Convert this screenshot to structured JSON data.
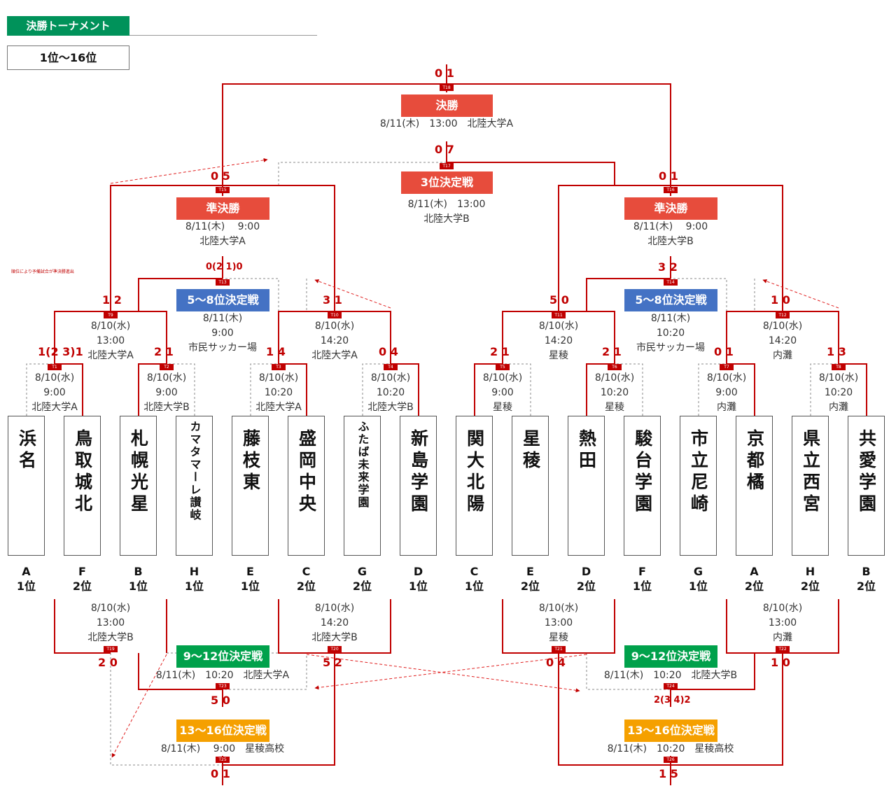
{
  "header": {
    "title": "決勝トーナメント",
    "range": "1位〜16位"
  },
  "note": "順位により予備試合が準決勝進出",
  "teams": [
    {
      "name": "浜名",
      "group": "A",
      "rank": "1位",
      "size": "big"
    },
    {
      "name": "鳥取城北",
      "group": "F",
      "rank": "2位",
      "size": "big"
    },
    {
      "name": "札幌光星",
      "group": "B",
      "rank": "1位",
      "size": "big"
    },
    {
      "name": "カマタマーレ讃岐",
      "group": "H",
      "rank": "1位",
      "size": "small"
    },
    {
      "name": "藤枝東",
      "group": "E",
      "rank": "1位",
      "size": "big"
    },
    {
      "name": "盛岡中央",
      "group": "C",
      "rank": "2位",
      "size": "big"
    },
    {
      "name": "ふたば未来学園",
      "group": "G",
      "rank": "2位",
      "size": "small"
    },
    {
      "name": "新島学園",
      "group": "D",
      "rank": "1位",
      "size": "big"
    },
    {
      "name": "関大北陽",
      "group": "C",
      "rank": "1位",
      "size": "big"
    },
    {
      "name": "星稜",
      "group": "E",
      "rank": "2位",
      "size": "big"
    },
    {
      "name": "熱田",
      "group": "D",
      "rank": "2位",
      "size": "big"
    },
    {
      "name": "駿台学園",
      "group": "F",
      "rank": "1位",
      "size": "big"
    },
    {
      "name": "市立尼崎",
      "group": "G",
      "rank": "1位",
      "size": "big"
    },
    {
      "name": "京都橘",
      "group": "A",
      "rank": "2位",
      "size": "big"
    },
    {
      "name": "県立西宮",
      "group": "H",
      "rank": "2位",
      "size": "big"
    },
    {
      "name": "共愛学園",
      "group": "B",
      "rank": "2位",
      "size": "big"
    }
  ],
  "tags": [
    "T1",
    "T2",
    "T3",
    "T4",
    "T5",
    "T6",
    "T7",
    "T8",
    "T9",
    "T10",
    "T11",
    "T12",
    "T13",
    "T14",
    "T15",
    "T16",
    "T17",
    "T18",
    "T19",
    "T20",
    "T21",
    "T22",
    "T23",
    "T24",
    "T25",
    "T26"
  ],
  "scores": [
    {
      "t": "1(2 3)1"
    },
    {
      "t": "2  1"
    },
    {
      "t": "1  4"
    },
    {
      "t": "0  4"
    },
    {
      "t": "2  1"
    },
    {
      "t": "2  1"
    },
    {
      "t": "0  1"
    },
    {
      "t": "1  3"
    },
    {
      "t": "1 2"
    },
    {
      "t": "3  1"
    },
    {
      "t": "5 0"
    },
    {
      "t": "1  0"
    },
    {
      "t": "0(2 1)0"
    },
    {
      "t": "3  2"
    },
    {
      "t": "0  5"
    },
    {
      "t": "0  1"
    },
    {
      "t": "0  7"
    },
    {
      "t": "0  1"
    },
    {
      "t": "2  0"
    },
    {
      "t": "5  2"
    },
    {
      "t": "0  4"
    },
    {
      "t": "1  0"
    },
    {
      "t": "5  0"
    },
    {
      "t": "2(3 4)2"
    },
    {
      "t": "0  1"
    },
    {
      "t": "1  5"
    }
  ],
  "infos": [
    {
      "t": "8/10(水)\n9:00\n北陸大学A"
    },
    {
      "t": "8/10(水)\n9:00\n北陸大学B"
    },
    {
      "t": "8/10(水)\n10:20\n北陸大学A"
    },
    {
      "t": "8/10(水)\n10:20\n北陸大学B"
    },
    {
      "t": "8/10(水)\n9:00\n星稜"
    },
    {
      "t": "8/10(水)\n10:20\n星稜"
    },
    {
      "t": "8/10(水)\n9:00\n内灘"
    },
    {
      "t": "8/10(水)\n10:20\n内灘"
    },
    {
      "t": "8/10(水)\n13:00\n北陸大学A"
    },
    {
      "t": "8/10(水)\n14:20\n北陸大学A"
    },
    {
      "t": "8/10(水)\n14:20\n星稜"
    },
    {
      "t": "8/10(水)\n14:20\n内灘"
    },
    {
      "t": "8/11(木)\n9:00\n市民サッカー場"
    },
    {
      "t": "8/11(木)\n10:20\n市民サッカー場"
    },
    {
      "t": "8/11(木)　  9:00\n北陸大学A"
    },
    {
      "t": "8/11(木)　  9:00\n北陸大学B"
    },
    {
      "t": "8/11(木)　13:00\n北陸大学B"
    },
    {
      "t": "8/11(木)　13:00　北陸大学A"
    },
    {
      "t": "8/10(水)\n13:00\n北陸大学B"
    },
    {
      "t": "8/10(水)\n14:20\n北陸大学B"
    },
    {
      "t": "8/10(水)\n13:00\n星稜"
    },
    {
      "t": "8/10(水)\n13:00\n内灘"
    },
    {
      "t": "8/11(木)　10:20　北陸大学A"
    },
    {
      "t": "8/11(木)　10:20　北陸大学B"
    },
    {
      "t": "8/11(木)　  9:00　星稜高校"
    },
    {
      "t": "8/11(木)　10:20　星稜高校"
    }
  ],
  "labels": [
    "決勝",
    "3位決定戦",
    "準決勝",
    "準決勝",
    "5〜8位決定戦",
    "5〜8位決定戦",
    "9〜12位決定戦",
    "9〜12位決定戦",
    "13〜16位決定戦",
    "13〜16位決定戦"
  ],
  "colors": {
    "bracket": "#c00000",
    "label_red": "#e74c3c",
    "label_blue": "#4472c4",
    "label_green": "#00a14b",
    "label_orange": "#f5a000",
    "header": "#00925a"
  }
}
